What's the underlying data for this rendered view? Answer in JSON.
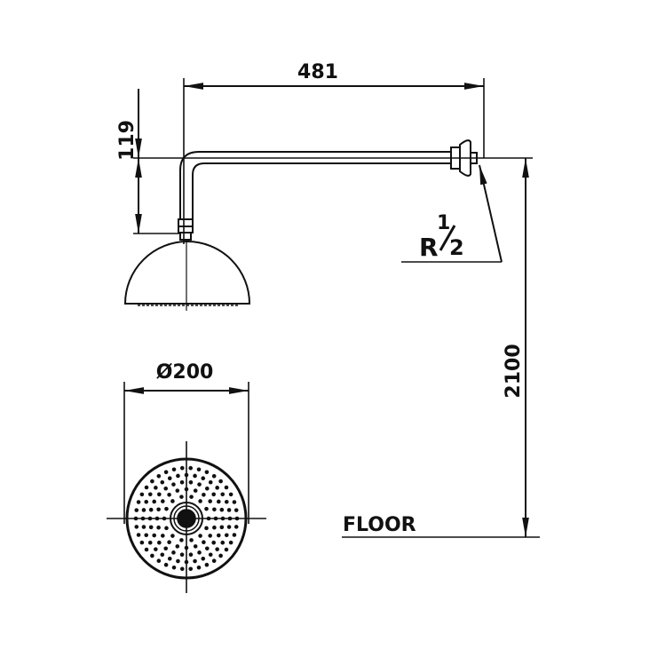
{
  "dimensions": {
    "arm_length": "481",
    "drop_height": "119",
    "mount_height": "2100",
    "head_diameter": "Ø200",
    "thread_letter": "R",
    "thread_num": "1",
    "thread_den": "2"
  },
  "labels": {
    "floor": "FLOOR"
  },
  "colors": {
    "line": "#111111",
    "background": "#ffffff"
  }
}
